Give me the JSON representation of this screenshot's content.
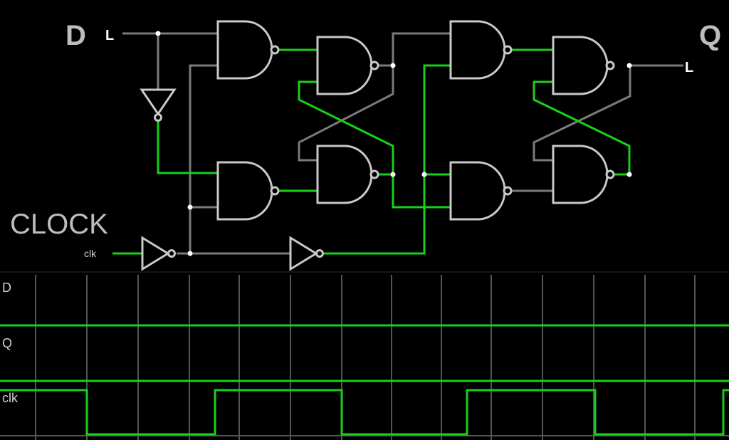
{
  "circuit": {
    "input_label": "D",
    "input_state": "L",
    "output_label": "Q",
    "output_state": "L",
    "clock_title": "CLOCK",
    "clock_input_label": "clk"
  },
  "colors": {
    "wire_low": "#7a7a7a",
    "wire_high": "#19d019",
    "gate_outline": "#c9c9c9",
    "background": "#000000",
    "grid": "#555555"
  },
  "scope": {
    "traces": [
      {
        "label": "D",
        "level": "low"
      },
      {
        "label": "Q",
        "level": "low"
      },
      {
        "label": "clk",
        "level": "square-wave"
      }
    ]
  }
}
